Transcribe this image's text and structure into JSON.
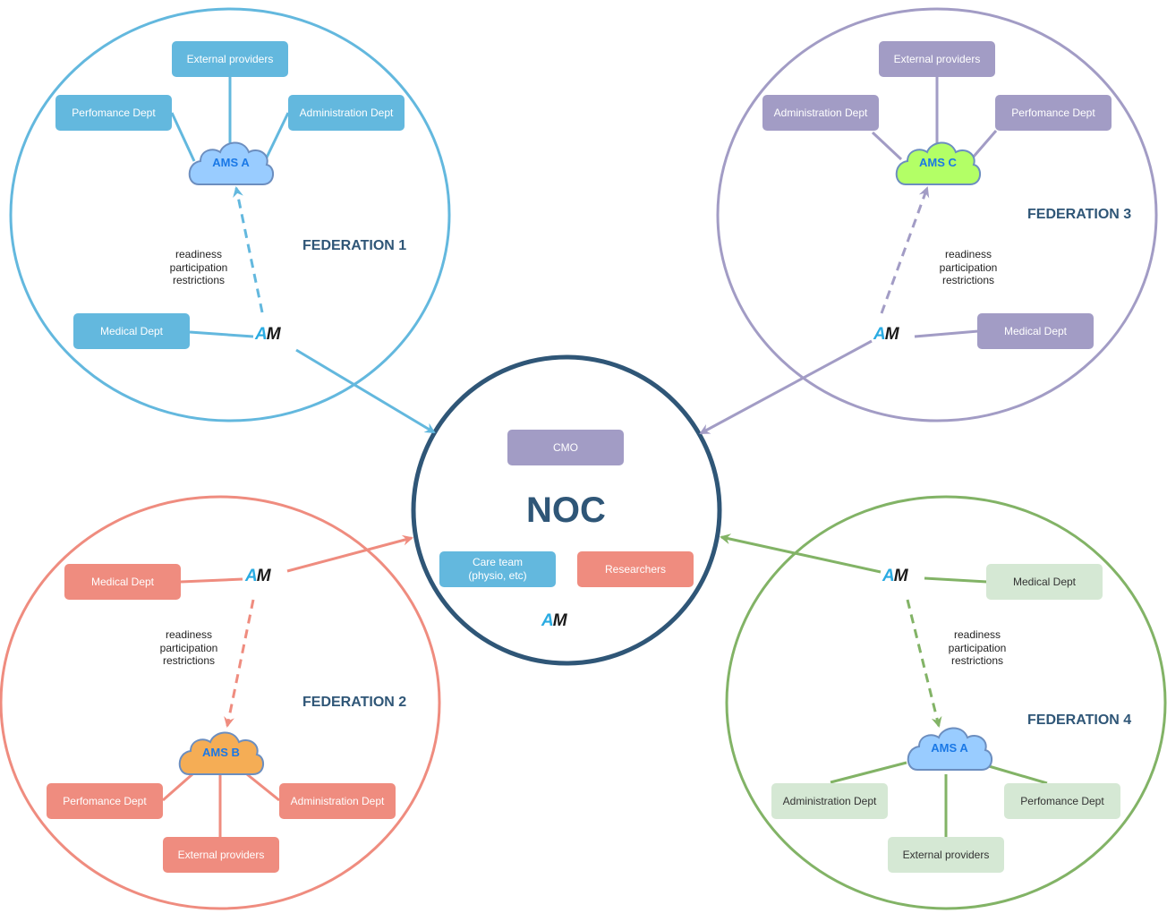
{
  "colors": {
    "fed1": "#63b8de",
    "fed2": "#ef8c7f",
    "fed3": "#a29cc5",
    "fed4": "#82b366",
    "fed4_box": "#d5e8d4",
    "noc": "#2f5677",
    "cloud_blue": "#99ccff",
    "cloud_green": "#b3ff66",
    "cloud_orange": "#f5ad55"
  },
  "logo": {
    "a": "A",
    "m": "M"
  },
  "noc": {
    "title": "NOC",
    "cmo": "CMO",
    "care_team": "Care team\n(physio, etc)",
    "researchers": "Researchers"
  },
  "federations": [
    {
      "label": "FEDERATION 1",
      "cloud": "AMS A",
      "external": "External providers",
      "performance": "Perfomance Dept",
      "administration": "Administration Dept",
      "medical": "Medical Dept",
      "note": "readiness\nparticipation\nrestrictions"
    },
    {
      "label": "FEDERATION 2",
      "cloud": "AMS B",
      "external": "External providers",
      "performance": "Perfomance Dept",
      "administration": "Administration Dept",
      "medical": "Medical Dept",
      "note": "readiness\nparticipation\nrestrictions"
    },
    {
      "label": "FEDERATION 3",
      "cloud": "AMS C",
      "external": "External providers",
      "performance": "Perfomance Dept",
      "administration": "Administration Dept",
      "medical": "Medical Dept",
      "note": "readiness\nparticipation\nrestrictions"
    },
    {
      "label": "FEDERATION 4",
      "cloud": "AMS A",
      "external": "External providers",
      "performance": "Perfomance Dept",
      "administration": "Administration Dept",
      "medical": "Medical Dept",
      "note": "readiness\nparticipation\nrestrictions"
    }
  ]
}
